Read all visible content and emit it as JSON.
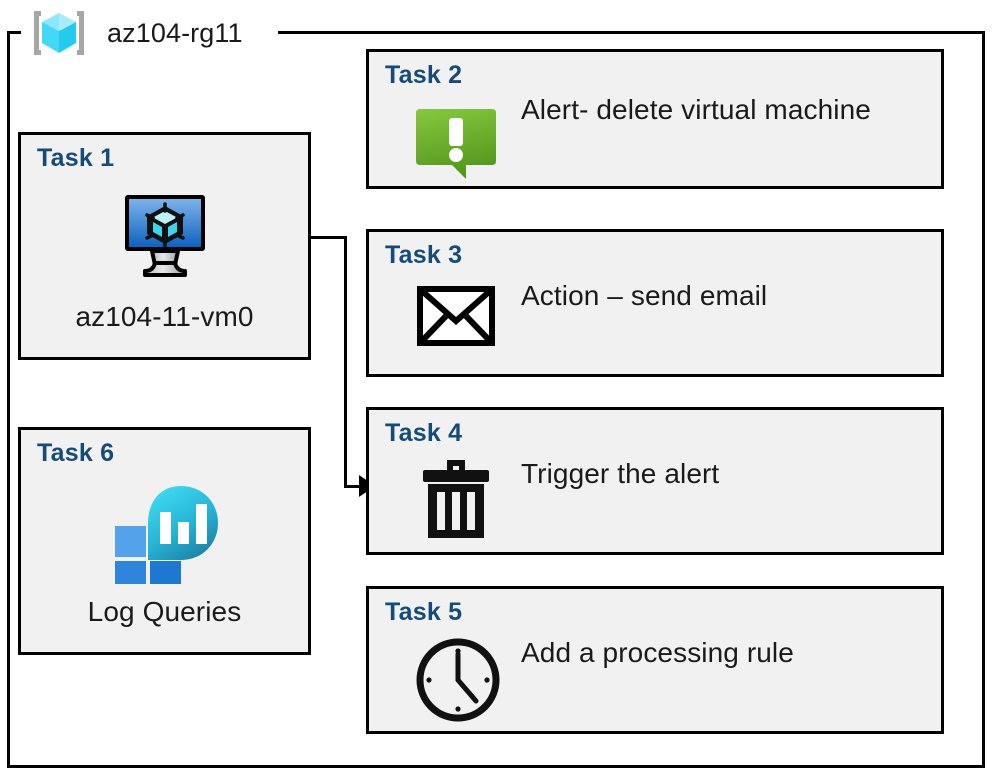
{
  "resource_group": {
    "name": "az104-rg11",
    "icon": "azure-resource-group-icon"
  },
  "cards": {
    "task1": {
      "title": "Task 1",
      "label": "az104-11-vm0",
      "icon": "virtual-machine-icon"
    },
    "task2": {
      "title": "Task 2",
      "label": "Alert- delete virtual machine",
      "icon": "alert-exclamation-icon"
    },
    "task3": {
      "title": "Task 3",
      "label": "Action – send email",
      "icon": "envelope-icon"
    },
    "task4": {
      "title": "Task 4",
      "label": "Trigger the alert",
      "icon": "trash-can-icon"
    },
    "task5": {
      "title": "Task 5",
      "label": "Add a processing rule",
      "icon": "clock-icon"
    },
    "task6": {
      "title": "Task 6",
      "label": "Log Queries",
      "icon": "log-analytics-icon"
    }
  },
  "connector": {
    "from": "task1-vm-icon",
    "to": "task4-card",
    "style": "elbow-arrow"
  },
  "colors": {
    "task_title": "#154b79",
    "card_background": "#f1f1f1",
    "card_border": "#000000",
    "alert_green_light": "#7dc242",
    "alert_green_dark": "#5d9e22",
    "vm_screen_light": "#72a9e8",
    "vm_screen_dark": "#1164c0",
    "log_cyan": "#32d4ee",
    "log_teal": "#1f87a8",
    "log_blue_light": "#50a0e8",
    "log_blue_dark": "#1f78d0",
    "rg_cube_light": "#9fe9fb",
    "rg_cube_dark": "#2fd0ee",
    "rg_bracket": "#a6a6a6"
  }
}
